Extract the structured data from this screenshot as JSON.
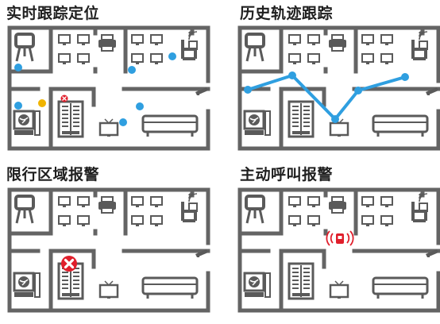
{
  "panels": [
    {
      "id": "realtime",
      "title": "实时跟踪定位"
    },
    {
      "id": "history",
      "title": "历史轨迹跟踪"
    },
    {
      "id": "restricted",
      "title": "限行区域报警"
    },
    {
      "id": "sos",
      "title": "主动呼叫报警"
    }
  ],
  "colors": {
    "wall": "#646464",
    "furniture": "#5a5a5a",
    "tracker_dot": "#2f9fe0",
    "track_line": "#2f9fe0",
    "warning_dot": "#f0b400",
    "alarm": "#e01e2b"
  },
  "icons": [
    "easel-icon",
    "monitor-icon",
    "printer-icon",
    "chair-icon",
    "wifi-icon",
    "projector-icon",
    "globe-computer-icon",
    "server-rack-icon",
    "tv-icon",
    "sofa-icon",
    "alarm-x-icon",
    "sos-signal-icon"
  ]
}
